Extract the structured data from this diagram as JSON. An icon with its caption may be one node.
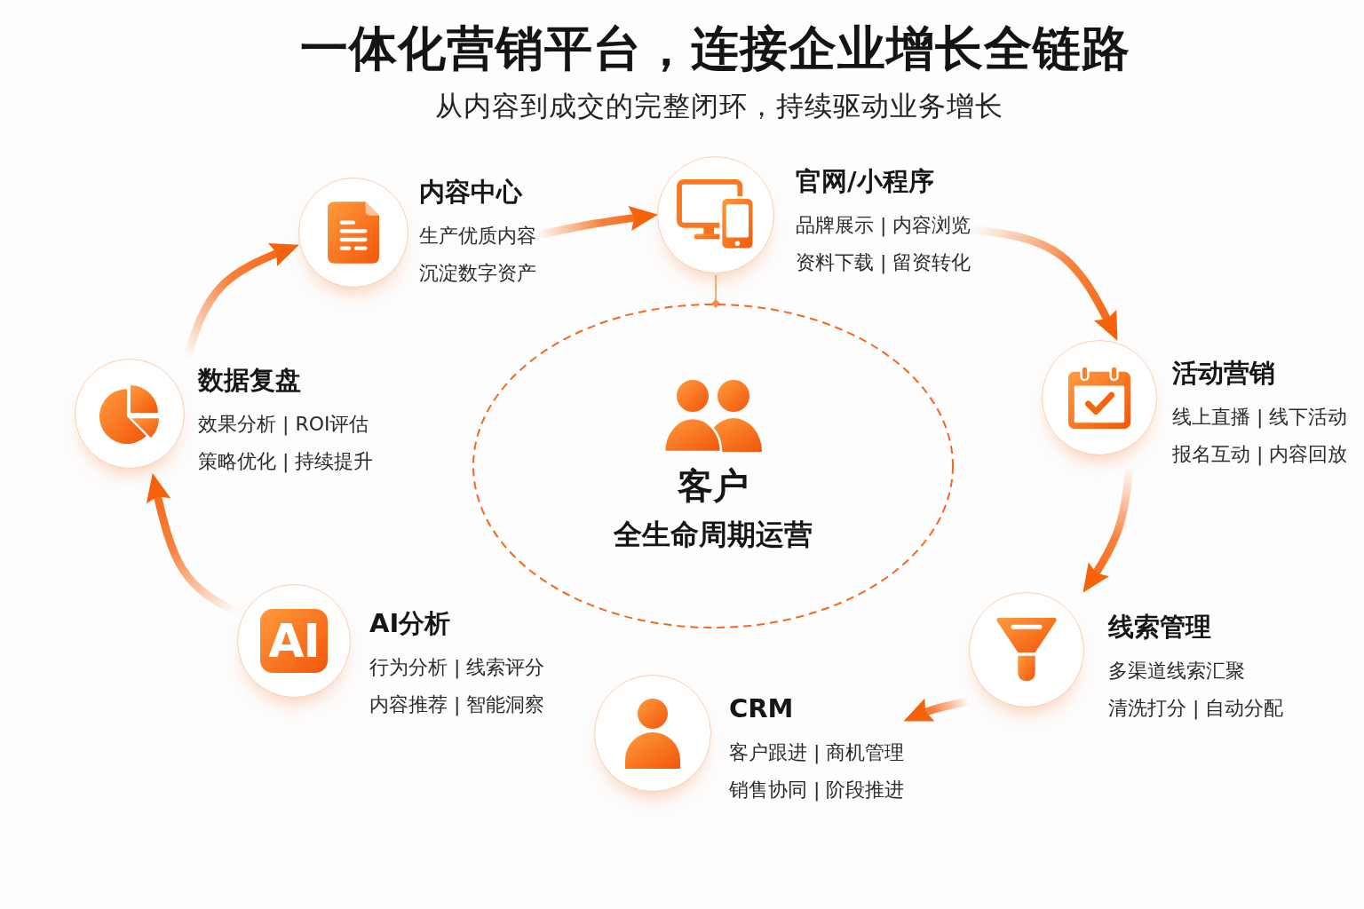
{
  "diagram": {
    "title": "一体化营销平台，连接企业增长全链路",
    "nodes": [
      {
        "text": [
          "内容中心",
          "生产优质内容",
          "沉淀数字资产"
        ]
      },
      {
        "text": [
          "官网/小程序",
          "品牌展示 | 内容浏览",
          "资料下载 | 留资转化"
        ]
      },
      {
        "text": [
          "活动营销",
          "线上直播 | 线下活动",
          "报名互动 | 内容回放"
        ]
      },
      {
        "text": [
          "线索管理",
          "多渠道线索汇聚",
          "清洗打分 | 自动分配"
        ]
      },
      {
        "text": [
          "CRM",
          "客户跟进 | 商机管理",
          "销售协同 | 阶段推进"
        ]
      },
      {
        "text": [
          "AI",
          "AI分析",
          "行为分析 | 线索评分",
          "内容推荐 | 智能洞察"
        ]
      },
      {
        "text": [
          "数据复盘",
          "效果分析 | ROI评估",
          "策略优化 | 持续提升"
        ]
      },
      {
        "text": [
          "客户",
          "全生命周期运营"
        ]
      }
    ],
    "edges": [
      {
        "from": 6,
        "to": 0,
        "arrow": "to",
        "style": "thick"
      },
      {
        "from": 0,
        "to": 1,
        "arrow": "to",
        "style": "thick"
      },
      {
        "from": 1,
        "to": 2,
        "arrow": "to",
        "style": "thick"
      },
      {
        "from": 2,
        "to": 3,
        "arrow": "to",
        "style": "thick"
      },
      {
        "from": 3,
        "to": 4,
        "arrow": "to",
        "style": "thick"
      },
      {
        "from": 5,
        "to": 6,
        "arrow": "to",
        "style": "thick"
      },
      {
        "from": 1,
        "to": 7,
        "arrow": "other"
      }
    ],
    "labels": [
      "从内容到成交的完整闭环，持续驱动业务增长"
    ]
  }
}
